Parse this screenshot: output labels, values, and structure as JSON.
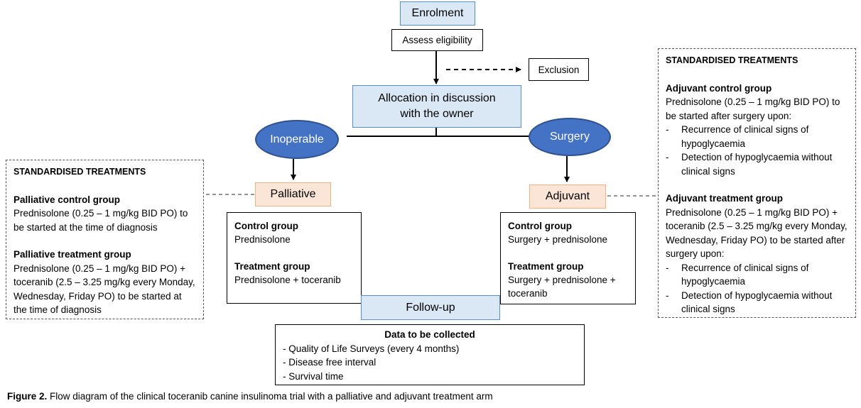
{
  "nodes": {
    "enrolment": "Enrolment",
    "assess": "Assess eligibility",
    "exclusion": "Exclusion",
    "allocation": "Allocation in discussion with the owner",
    "inoperable": "Inoperable",
    "surgery": "Surgery",
    "palliative": "Palliative",
    "adjuvant": "Adjuvant",
    "followup": "Follow-up"
  },
  "palliative_groups": {
    "control_title": "Control group",
    "control_text": "Prednisolone",
    "treatment_title": "Treatment group",
    "treatment_text": "Prednisolone + toceranib"
  },
  "adjuvant_groups": {
    "control_title": "Control group",
    "control_text": "Surgery + prednisolone",
    "treatment_title": "Treatment group",
    "treatment_text": "Surgery + prednisolone + toceranib"
  },
  "left_panel": {
    "heading": "STANDARDISED TREATMENTS",
    "control_title": "Palliative control group",
    "control_text": "Prednisolone (0.25 – 1 mg/kg BID PO) to be started at the time of diagnosis",
    "treatment_title": "Palliative treatment group",
    "treatment_text": "Prednisolone (0.25 – 1 mg/kg BID PO) + toceranib (2.5 – 3.25 mg/kg every Monday, Wednesday, Friday PO) to be started at the time of diagnosis"
  },
  "right_panel": {
    "heading": "STANDARDISED TREATMENTS",
    "control_title": "Adjuvant control group",
    "control_text": "Prednisolone (0.25 – 1 mg/kg BID PO) to be started after surgery upon:",
    "control_items": [
      "Recurrence of clinical signs of hypoglycaemia",
      "Detection of hypoglycaemia without clinical signs"
    ],
    "treatment_title": "Adjuvant treatment group",
    "treatment_text": "Prednisolone (0.25 – 1 mg/kg BID PO) + toceranib (2.5 – 3.25 mg/kg every Monday, Wednesday, Friday PO) to be started after surgery upon:",
    "treatment_items": [
      "Recurrence of clinical signs of hypoglycaemia",
      "Detection of hypoglycaemia without clinical signs"
    ]
  },
  "data_collected": {
    "title": "Data to be collected",
    "items": [
      "- Quality of Life Surveys (every 4 months)",
      "- Disease free interval",
      "- Survival time"
    ]
  },
  "caption": {
    "label": "Figure 2.",
    "text": " Flow diagram of the clinical toceranib canine insulinoma trial with a palliative and adjuvant treatment arm"
  },
  "colors": {
    "blue_fill": "#dae8f6",
    "blue_border": "#5b8fc8",
    "ellipse": "#4472c4",
    "peach_fill": "#fbe5d6",
    "peach_border": "#f4b183"
  }
}
